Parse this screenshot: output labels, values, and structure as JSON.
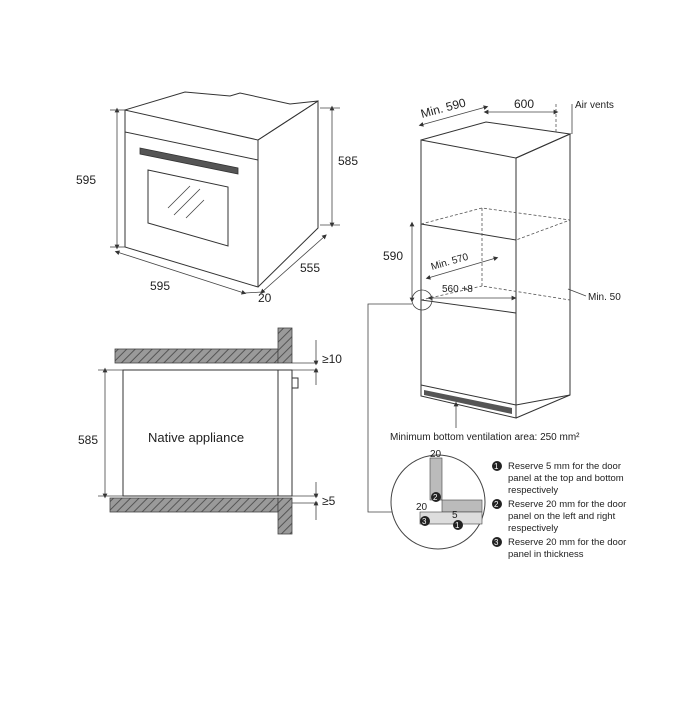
{
  "oven_front": {
    "height_label": "595",
    "width_label": "595",
    "side_height_label": "585",
    "depth_label": "555",
    "door_label": "20"
  },
  "cabinet_install": {
    "min_depth_label": "Min. 590",
    "width_label": "600",
    "air_vents_label": "Air vents",
    "niche_height_label": "590",
    "niche_depth_label": "Min. 570",
    "niche_width_label": "560 +8",
    "side_gap_label": "Min. 50",
    "ventilation_note": "Minimum bottom ventilation area: 250 mm²"
  },
  "section_view": {
    "appliance_label": "Native appliance",
    "height_label": "585",
    "top_gap_label": "≥10",
    "bottom_gap_label": "≥5"
  },
  "detail": {
    "label_20_top": "20",
    "label_20_left": "20",
    "label_5": "5",
    "marker_1": "1",
    "marker_2": "2",
    "marker_3": "3"
  },
  "notes": [
    {
      "marker": "1",
      "lines": [
        "Reserve 5 mm for the door",
        "panel at the top and bottom",
        "respectively"
      ]
    },
    {
      "marker": "2",
      "lines": [
        "Reserve 20 mm for the door",
        "panel on the left and right",
        "respectively"
      ]
    },
    {
      "marker": "3",
      "lines": [
        "Reserve 20 mm for the door",
        "panel in thickness"
      ]
    }
  ]
}
